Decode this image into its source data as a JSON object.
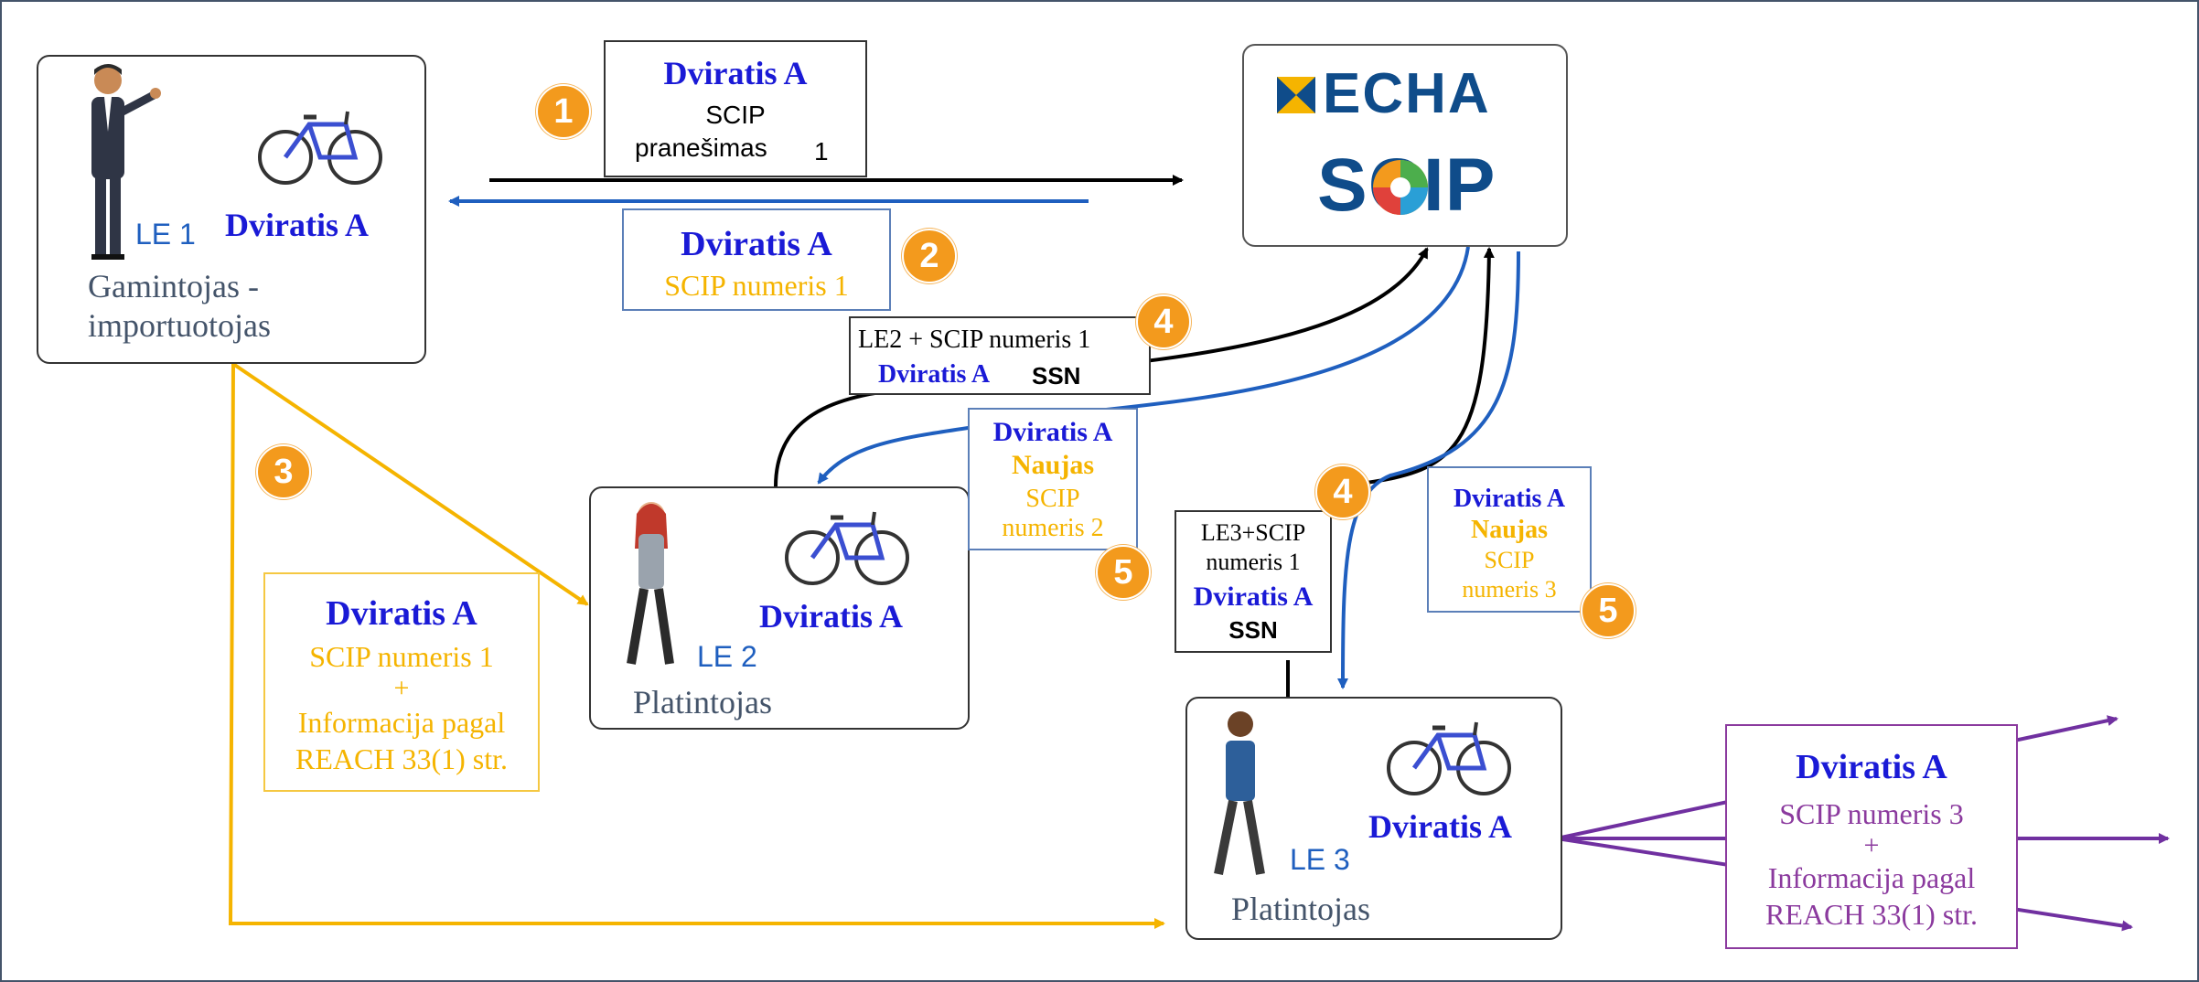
{
  "echa_logo": {
    "line1": "ECHA",
    "line2": "SCIP"
  },
  "steps": [
    "1",
    "2",
    "3",
    "4",
    "4",
    "5",
    "5"
  ],
  "le1": {
    "tag": "LE 1",
    "product": "Dviratis A",
    "role": "Gamintojas -\nimportuotojas"
  },
  "le2": {
    "tag": "LE 2",
    "product": "Dviratis A",
    "role": "Platintojas"
  },
  "le3": {
    "tag": "LE 3",
    "product": "Dviratis A",
    "role": "Platintojas"
  },
  "msg1": {
    "product": "Dviratis A",
    "line2": "SCIP",
    "line3": "pranešimas",
    "num": "1"
  },
  "msg2": {
    "product": "Dviratis A",
    "line2": "SCIP numeris 1"
  },
  "msg3": {
    "product": "Dviratis A",
    "line2": "SCIP numeris 1",
    "plus": "+",
    "line3": "Informacija pagal",
    "line4": "REACH 33(1) str."
  },
  "msg4a": {
    "line1": "LE2 + SCIP numeris 1",
    "product": "Dviratis A",
    "ssn": "SSN"
  },
  "msg5a": {
    "product": "Dviratis A",
    "new": "Naujas",
    "line3": "SCIP",
    "line4": "numeris 2"
  },
  "msg4b": {
    "line1": "LE3+SCIP",
    "line2": "numeris 1",
    "product": "Dviratis A",
    "ssn": "SSN"
  },
  "msg5b": {
    "product": "Dviratis A",
    "new": "Naujas",
    "line3": "SCIP",
    "line4": "numeris 3"
  },
  "msg6": {
    "product": "Dviratis A",
    "line2": "SCIP numeris 3",
    "plus": "+",
    "line3": "Informacija pagal",
    "line4": "REACH 33(1) str."
  },
  "colors": {
    "blue_arrow": "#1f5fbf",
    "black_arrow": "#000000",
    "yellow_arrow": "#f5b400",
    "purple_arrow": "#7030a0",
    "badge": "#f39a1d"
  }
}
